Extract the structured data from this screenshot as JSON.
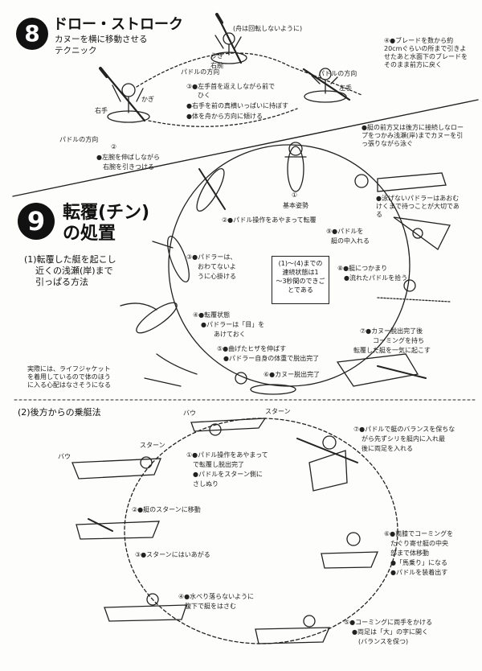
{
  "section8": {
    "number": "8",
    "title": "ドロー・ストローク",
    "subtitle_l1": "カヌーを横に移動させる",
    "subtitle_l2": "テクニック",
    "tag_kaiten": "(舟は回転しないように)",
    "tag_uki": "うき",
    "tag_kagi": "かぎ",
    "tag_migite": "右手",
    "tag_hidarite": "左手",
    "tag_hoko_top": "パドルの方向",
    "tag_hoko_left": "パドルの方向",
    "tag_hoko_right": "パドルの方向",
    "tag_migi_ude": "右腕",
    "step2": "②",
    "step2_l1": "●左腕を伸ばしながら",
    "step2_l2": "右腕を引きつける",
    "step3_l1": "③●左手首を返えしながら前で",
    "step3_l2": "ひく",
    "step3_l3": "●右手を前の真横いっぱいに持ぼす",
    "step3_l4": "●体を舟から方向に傾ける",
    "note_top": "④●ブレードを数から約20cmぐらいの所まで引きよせたあと水面下のブレードをそのまま前方に戻く"
  },
  "section9": {
    "number": "9",
    "title_l1": "転覆(チン)",
    "title_l2": "の処置",
    "method1_l1": "(1)転覆した艇を起こし",
    "method1_l2": "近くの浅瀬(岸)まで",
    "method1_l3": "引っぱる方法",
    "step1": "①",
    "step1_label": "基本姿勢",
    "step2": "②●パドル操作をあやまって転覆",
    "step3_l1": "③●パドラーは、",
    "step3_l2": "おわてないよ",
    "step3_l3": "うに心掛ける",
    "step4_l1": "④●転覆状態",
    "step4_l2": "●パドラーは「目」を",
    "step4_l3": "あけておく",
    "step5_l1": "⑤●曲げたヒザを伸ばす",
    "step5_l2": "●パドラー自身の体重で脱出完了",
    "step6": "⑥●カヌー脱出完了",
    "step7_l1": "⑦●カヌー脱出完了後",
    "step7_l2": "コーミングを持ち",
    "step7_l3": "転覆した艇を一気に起こす",
    "step8_l1": "⑧●艇につかまり",
    "step8_l2": "●流れたパドルを拾う",
    "step9_l1": "⑨●パドルを",
    "step9_l2": "艇の中入れる",
    "step10_l1": "●艇の前方又は後方に接続しなロープをつかみ浅瀬(岸)までカヌーを引っ張りながら泳ぐ",
    "step11_l1": "●泳げないパドラーはあおむけくまで待つことが大切である",
    "box_l1": "(1)〜(4)までの",
    "box_l2": "連続状態は1",
    "box_l3": "〜3秒間のできごとである",
    "note_left_l1": "実際には、ライフジャケット",
    "note_left_l2": "を着用しているので体のほう",
    "note_left_l3": "に入る心配はなさそうになる"
  },
  "section9b": {
    "method2": "(2)後方からの乗艇法",
    "tag_bow1": "バウ",
    "tag_stern1": "スターン",
    "tag_stern2": "スターン",
    "tag_bow2": "バウ",
    "step1_l1": "①●パドル操作をあやまって",
    "step1_l2": "で転覆し脱出完了",
    "step1_l3": "●パドルをスターン側に",
    "step1_l4": "さしぬり",
    "step2": "②●艇のスターンに移動",
    "step3": "③●スターンにはいあがる",
    "step4_l1": "④●水べり落らないように",
    "step4_l2": "腹下で艇をはさむ",
    "step5_l1": "⑤●コーミングに両手をかける",
    "step5_l2": "●両足は「大」の字に開く",
    "step5_l3": "(バランスを保つ)",
    "step6_l1": "⑥●両膝でコーミングを",
    "step6_l2": "たぐり寄せ艇の中央",
    "step6_l3": "部まで体移動",
    "step6_l4": "●「馬乗り」になる",
    "step6_l5": "●パドルを装着出す",
    "step7_l1": "⑦●パドルで艇のバランスを保ちな",
    "step7_l2": "がら先ずシリを艇内に入れ最",
    "step7_l3": "後に両足を入れる"
  }
}
